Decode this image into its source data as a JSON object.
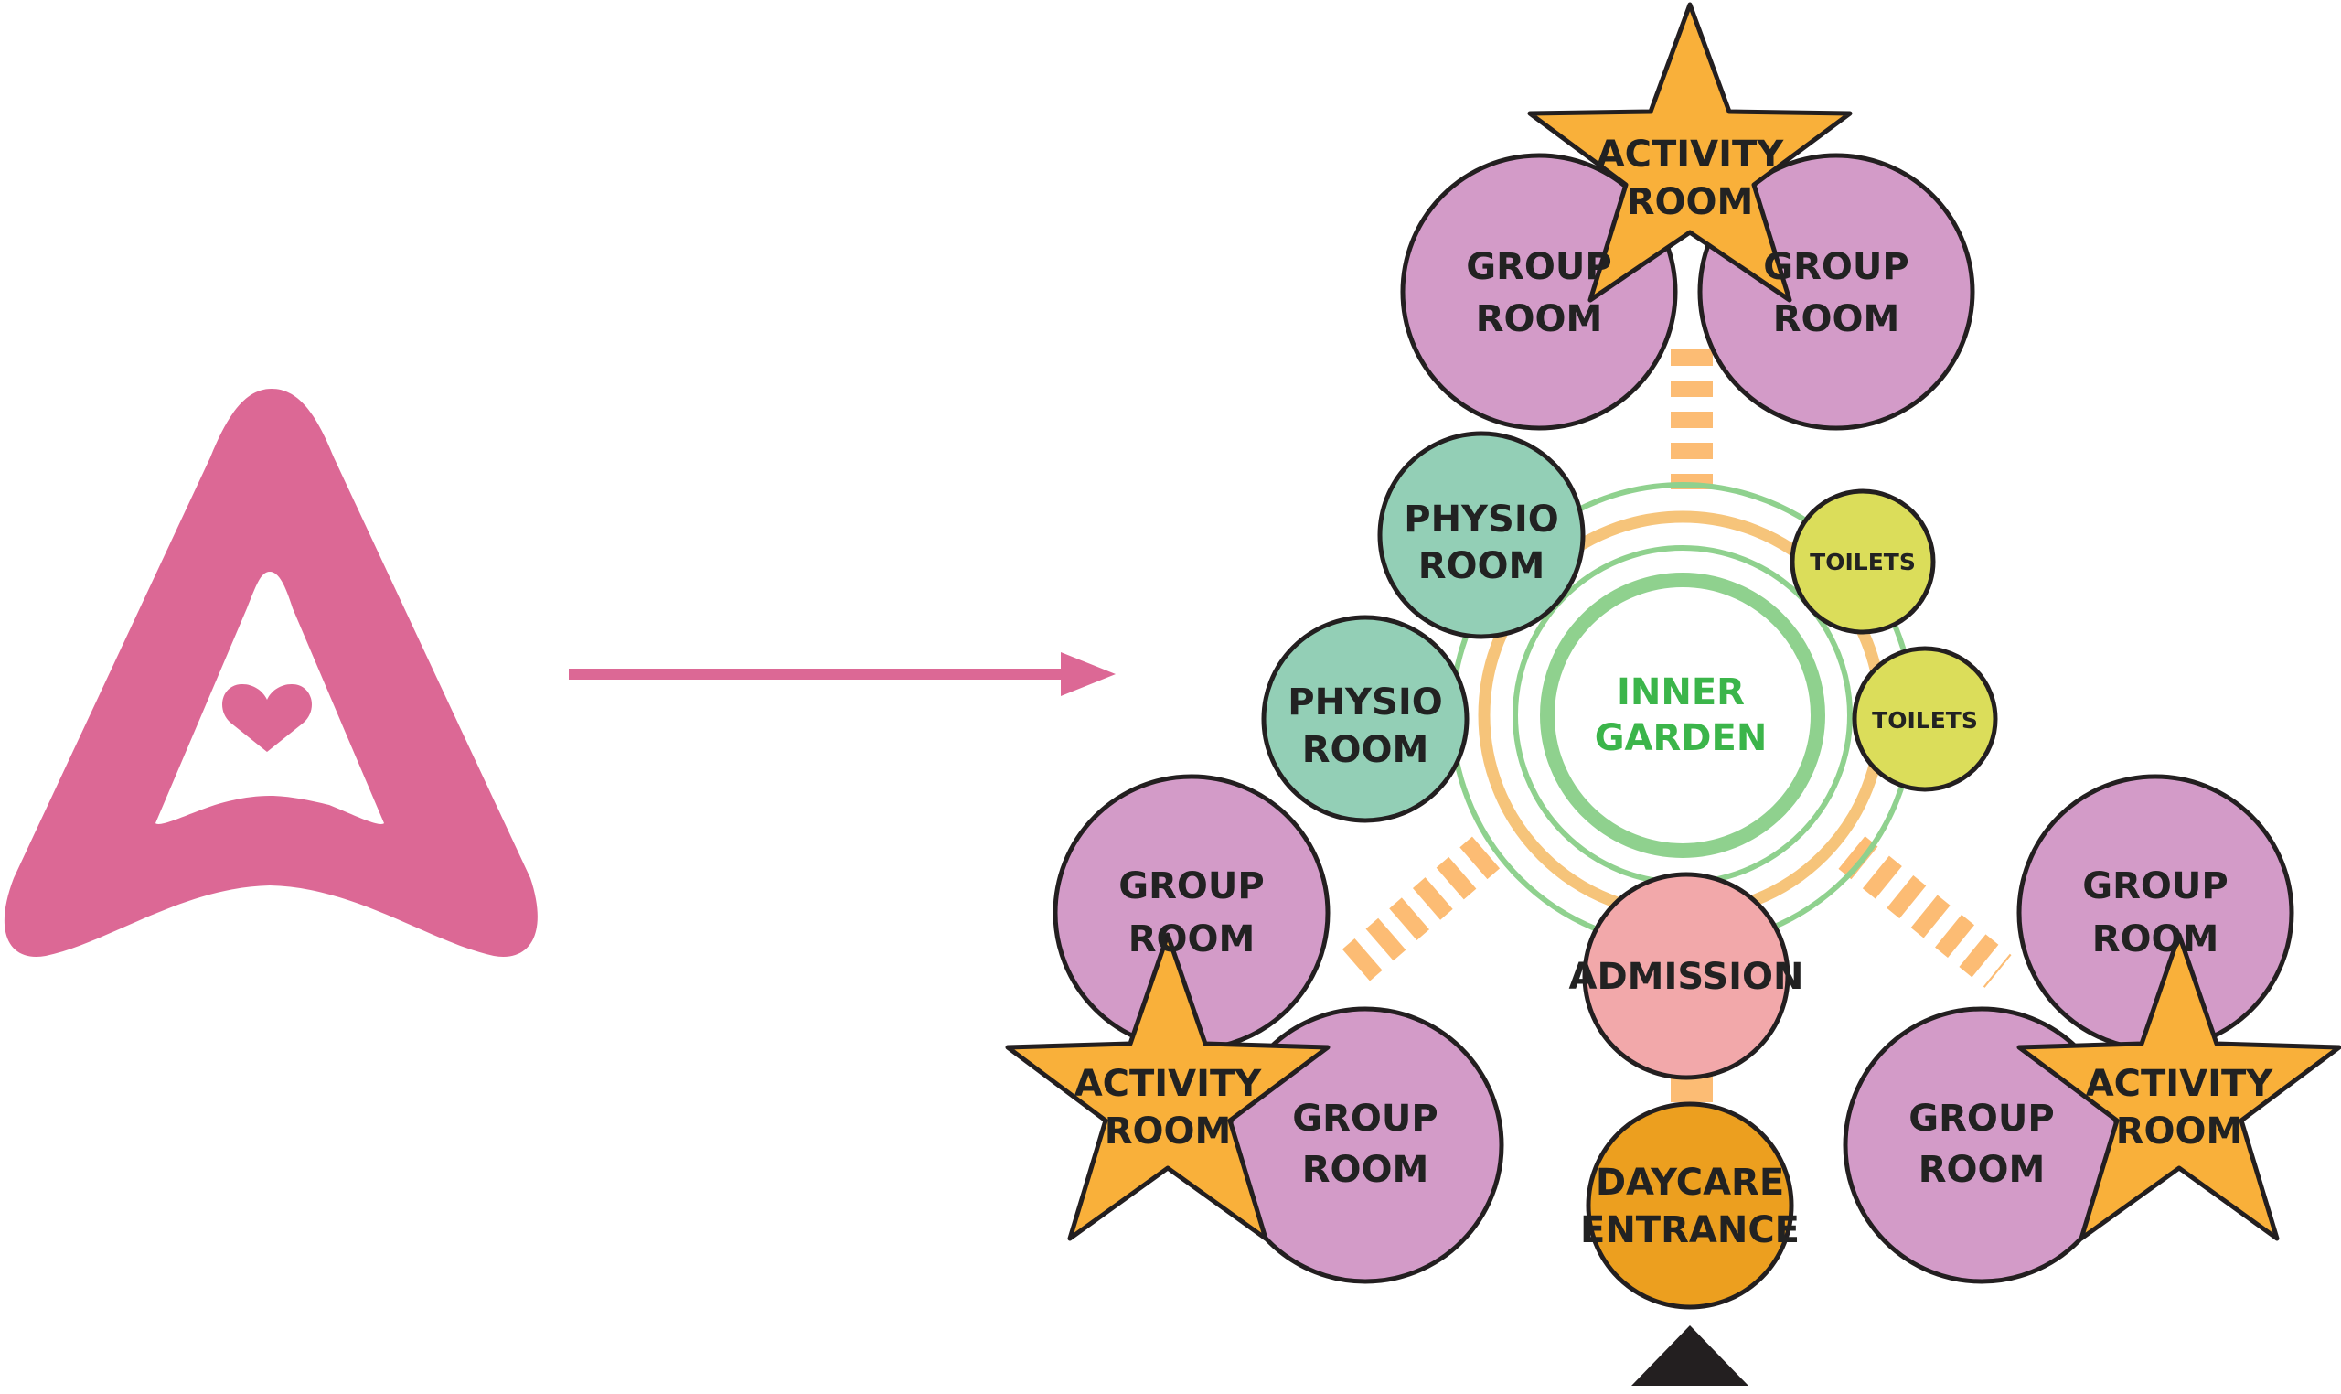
{
  "colors": {
    "logo": "#dc6895",
    "arrow": "#dc6895",
    "group_room": "#d39bc8",
    "activity_room": "#f9b03a",
    "physio_room": "#93cfb6",
    "toilets": "#dbdd5a",
    "admission": "#f2a8aa",
    "daycare_entrance": "#ec9f1f",
    "inner_garden_ring": "#8fd18e",
    "inner_garden_text": "#3bb54a",
    "path_ring": "#f6c47a",
    "connector": "#fcbc74",
    "outline": "#231f20"
  },
  "icons": {
    "logo": "a-heart-logo-icon",
    "arrow": "arrow-right-icon",
    "entrance": "entrance-triangle-icon"
  },
  "labels": {
    "group_room": [
      "GROUP",
      "ROOM"
    ],
    "activity_room": [
      "ACTIVITY",
      "ROOM"
    ],
    "physio_room": [
      "PHYSIO",
      "ROOM"
    ],
    "toilets": "TOILETS",
    "admission": "ADMISSION",
    "daycare_entrance": [
      "DAYCARE",
      "ENTRANCE"
    ],
    "inner_garden": [
      "INNER",
      "GARDEN"
    ]
  }
}
